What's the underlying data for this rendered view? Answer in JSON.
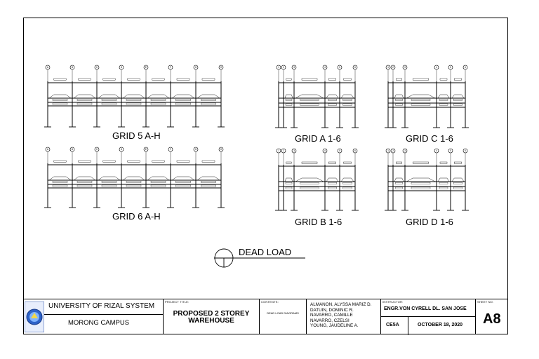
{
  "drawing": {
    "grids": [
      {
        "id": "grid-5",
        "title": "GRID 5 A-H",
        "type": "long",
        "bubbles": [
          "A",
          "B",
          "C",
          "D",
          "E",
          "F",
          "G",
          "H"
        ]
      },
      {
        "id": "grid-6",
        "title": "GRID 6 A-H",
        "type": "long",
        "bubbles": [
          "A",
          "B",
          "C",
          "D",
          "E",
          "F",
          "G",
          "H"
        ]
      },
      {
        "id": "grid-a",
        "title": "GRID A 1-6",
        "type": "short",
        "bubbles": [
          "1",
          "2",
          "3",
          "4",
          "5",
          "6"
        ]
      },
      {
        "id": "grid-b",
        "title": "GRID B 1-6",
        "type": "short",
        "bubbles": [
          "1",
          "2",
          "3",
          "4",
          "5",
          "6"
        ]
      },
      {
        "id": "grid-c",
        "title": "GRID C 1-6",
        "type": "short",
        "bubbles": [
          "1",
          "2",
          "3",
          "4",
          "5",
          "6"
        ]
      },
      {
        "id": "grid-d",
        "title": "GRID D 1-6",
        "type": "short",
        "bubbles": [
          "1",
          "2",
          "3",
          "4",
          "5",
          "6"
        ]
      }
    ],
    "load_title": "DEAD LOAD"
  },
  "title_block": {
    "university": "UNIVERSITY OF RIZAL SYSTEM",
    "campus": "MORONG CAMPUS",
    "project_label": "PROJECT TITLE:",
    "project_line1": "PROPOSED 2 STOREY",
    "project_line2": "WAREHOUSE",
    "contents_label": "CONTENTS:",
    "contents_value": "DEAD LOAD DIAGRAMS",
    "names": [
      "ALMANON, ALYSSA MARIZ D.",
      "DATUIN, DOMINIC R.",
      "NAVARRO, CAMILLE",
      "NAVARRO, CZELSI",
      "YOUNG, JAUDELINE A."
    ],
    "instructor_label": "INSTRUCTOR:",
    "instructor": "ENGR.VON CYRELL DL. SAN JOSE",
    "section": "CE5A",
    "date": "OCTOBER 18, 2020",
    "sheet_label": "SHEET NO.",
    "sheet_no": "A8"
  }
}
